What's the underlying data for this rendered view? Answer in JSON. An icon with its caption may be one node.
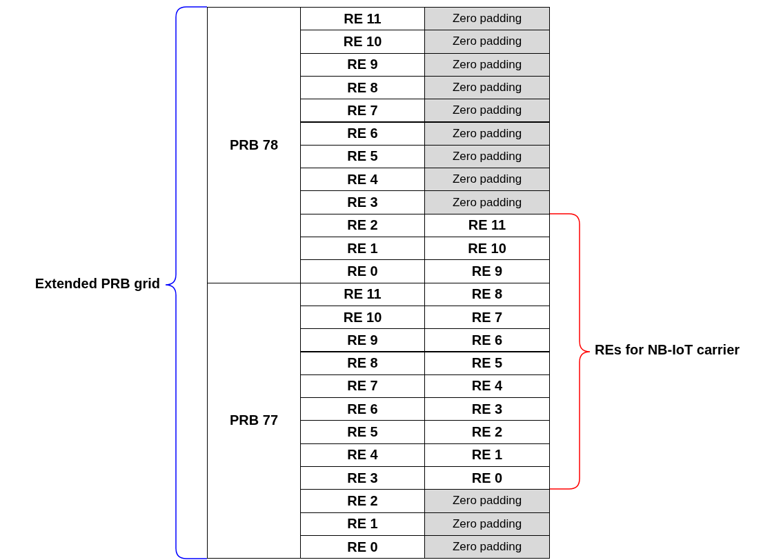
{
  "diagram": {
    "labels": [
      "PRB 78",
      "RE 11",
      "Zero padding",
      "RE 10",
      "Zero padding",
      "RE 9",
      "Zero padding",
      "RE 8",
      "Zero padding",
      "RE 7",
      "Zero padding",
      "RE 6",
      "Zero padding",
      "RE 5",
      "Zero padding",
      "RE 4",
      "Zero padding",
      "RE 3",
      "Zero padding",
      "RE 2",
      "RE 11",
      "RE 1",
      "RE 10",
      "RE 0",
      "RE 9",
      "PRB 77",
      "RE 11",
      "RE 8",
      "RE 10",
      "RE 7",
      "RE 9",
      "RE 6",
      "RE 8",
      "RE 5",
      "RE 7",
      "RE 4",
      "RE 6",
      "RE 3",
      "RE 5",
      "RE 2",
      "RE 4",
      "RE 1",
      "RE 3",
      "RE 0",
      "RE 2",
      "Zero padding",
      "RE 1",
      "Zero padding",
      "RE 0",
      "Zero padding",
      "Extended PRB grid",
      "REs for NB-IoT carrier"
    ]
  }
}
